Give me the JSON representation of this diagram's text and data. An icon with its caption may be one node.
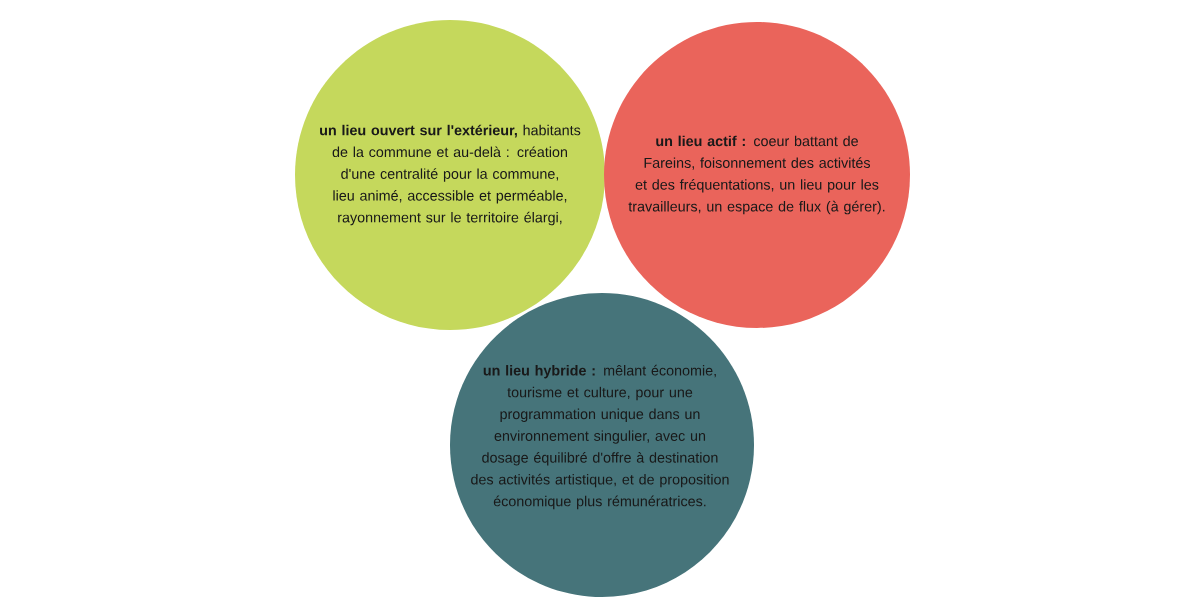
{
  "diagram": {
    "nodes": [
      {
        "text": [
          "**un lieu ouvert sur l'extérieur,** habitants de la commune et au-delà : création d'une centralité pour la commune, lieu animé, accessible et perméable, rayonnement sur le territoire élargi,"
        ]
      },
      {
        "text": [
          "**un lieu actif :** coeur battant de Fareins, foisonnement des activités et des fréquentations, un lieu pour les travailleurs, un espace de flux (à gérer)."
        ]
      },
      {
        "text": [
          "**un lieu hybride :** mêlant économie, tourisme et culture, pour une programmation unique dans un environnement singulier, avec un dosage équilibré d'offre à destination des activités artistique, et de proposition économique plus rémunératrices."
        ]
      }
    ],
    "edges": []
  }
}
